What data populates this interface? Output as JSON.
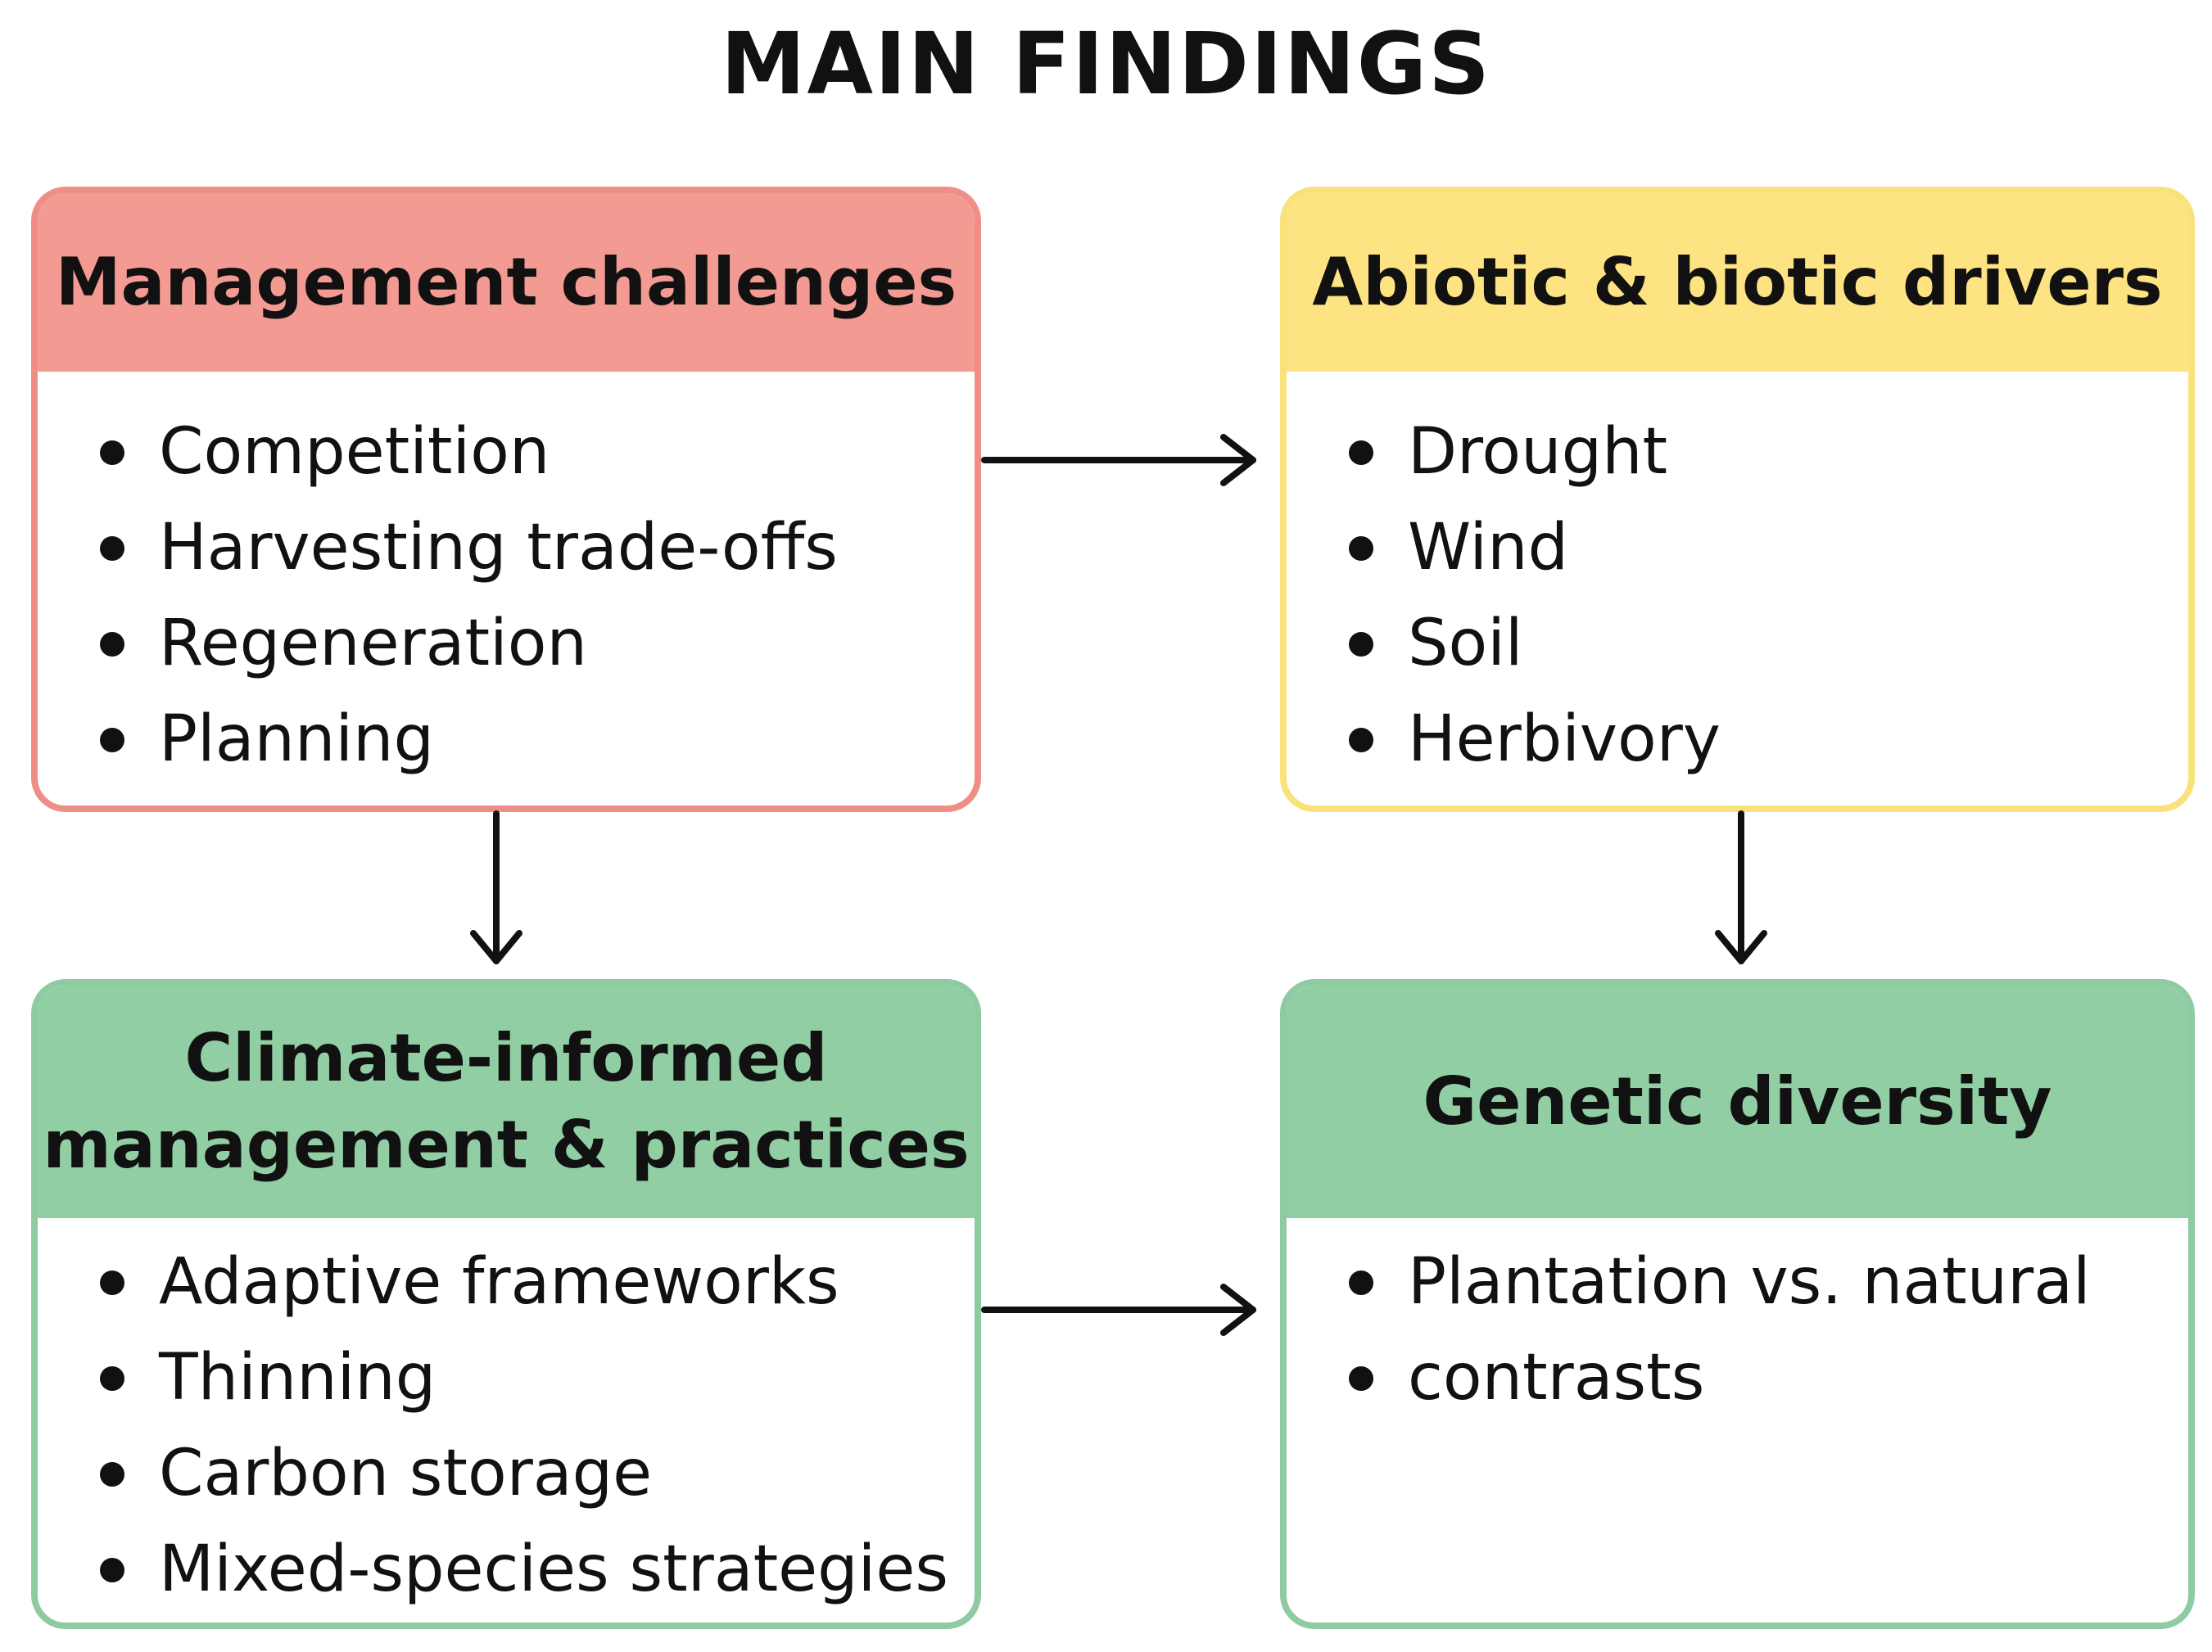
{
  "title": "MAIN FINDINGS",
  "colors": {
    "red_header": "#F39B92",
    "red_border": "#EE8E86",
    "yellow_header": "#FDE382",
    "yellow_border": "#F9E27A",
    "green_header": "#91CEA3",
    "green_border": "#8FCBA2",
    "arrow": "#111111"
  },
  "boxes": {
    "management_challenges": {
      "title": "Management challenges",
      "items": [
        "Competition",
        "Harvesting trade-offs",
        "Regeneration",
        "Planning"
      ]
    },
    "abiotic_biotic_drivers": {
      "title": "Abiotic & biotic drivers",
      "items": [
        "Drought",
        "Wind",
        "Soil",
        "Herbivory"
      ]
    },
    "climate_informed": {
      "title_line1": "Climate-informed",
      "title_line2": "management & practices",
      "items": [
        "Adaptive frameworks",
        "Thinning",
        "Carbon storage",
        "Mixed-species strategies"
      ]
    },
    "genetic_diversity": {
      "title": "Genetic diversity",
      "items": [
        "Plantation vs. natural",
        "contrasts"
      ]
    }
  }
}
